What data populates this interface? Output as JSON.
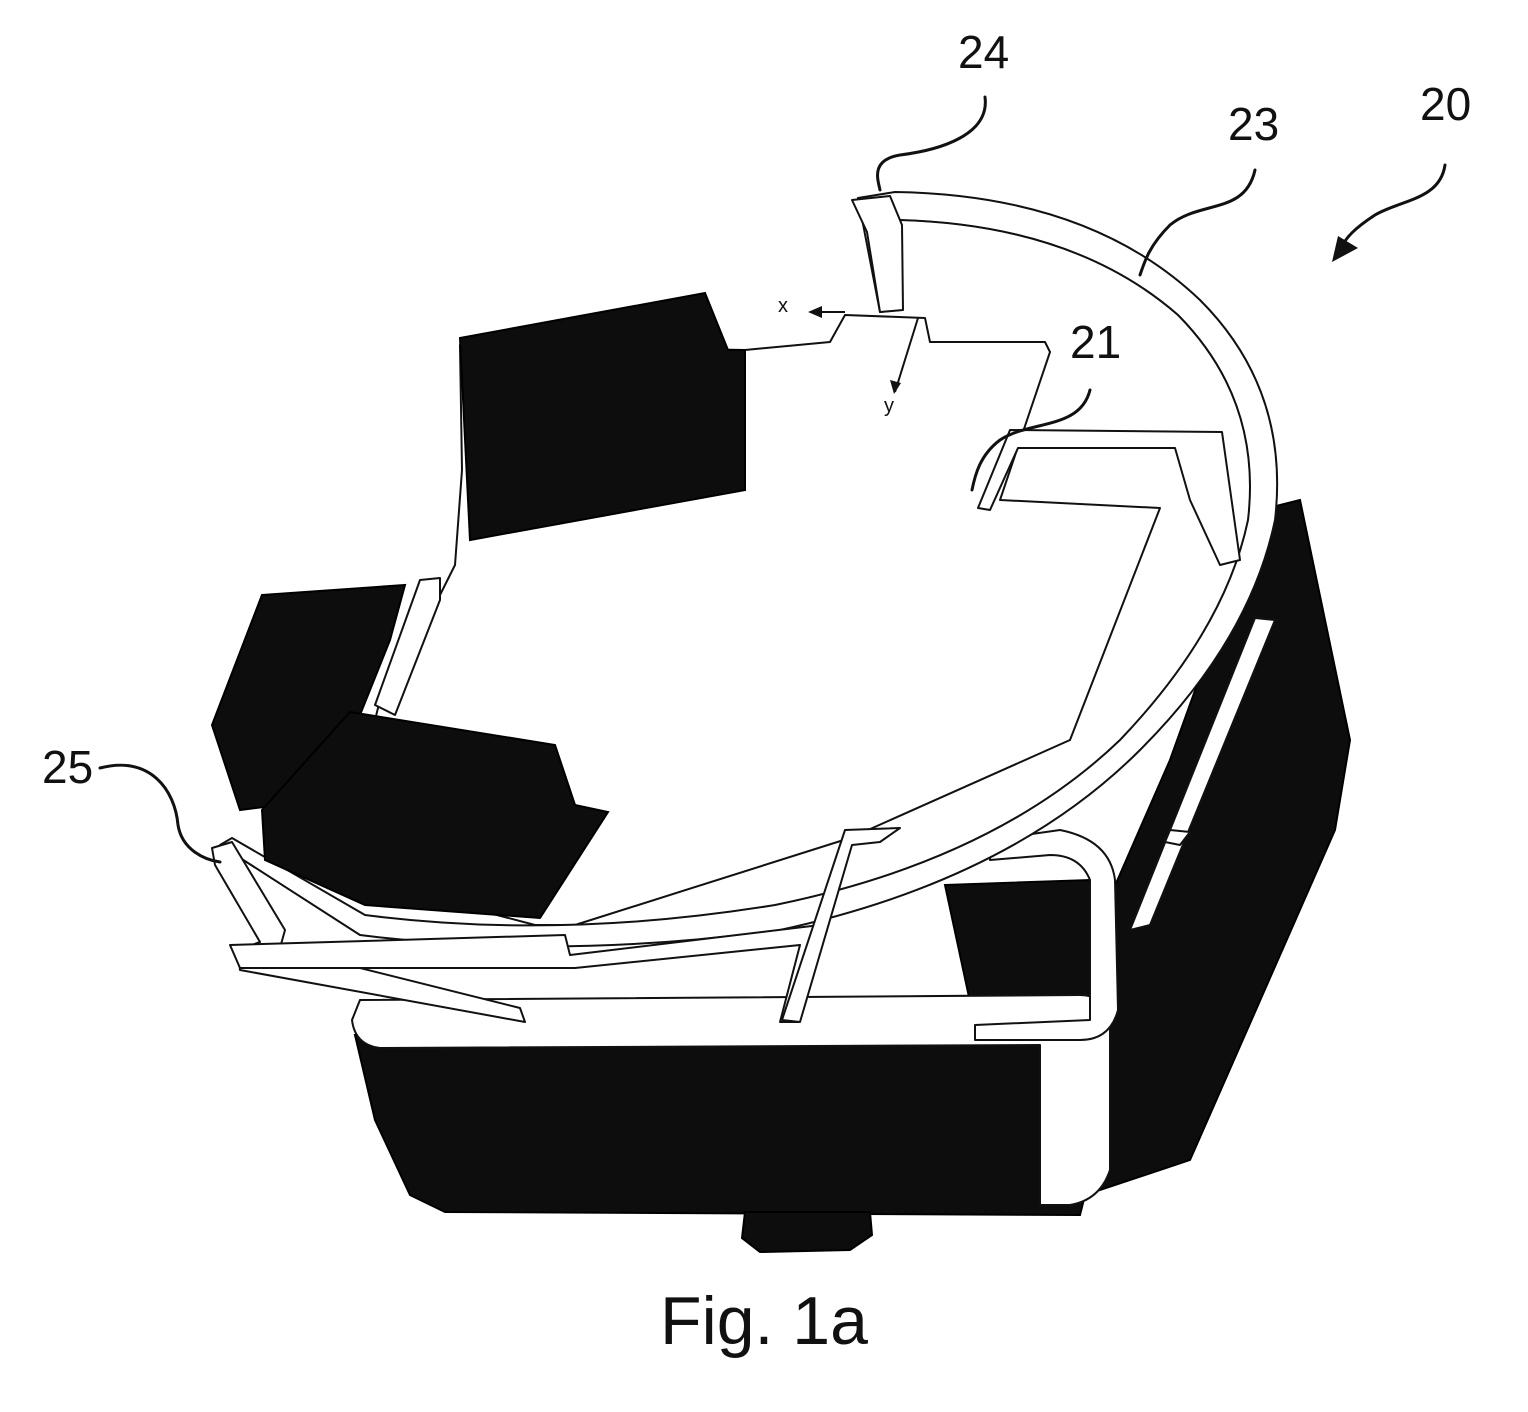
{
  "figure": {
    "caption": "Fig. 1a",
    "labels": {
      "device": "20",
      "part_21": "21",
      "part_23": "23",
      "part_24": "24",
      "part_25": "25"
    },
    "axes": {
      "x": "x",
      "y": "y"
    },
    "colors": {
      "ink": "#111111",
      "dark": "#0d0d0d",
      "paper": "#ffffff"
    }
  }
}
